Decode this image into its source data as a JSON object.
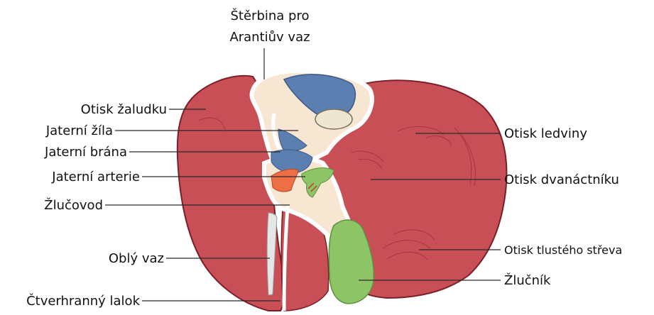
{
  "labels": {
    "sterbina_line1": "Štěrbina pro",
    "sterbina_line2": "Arantiův vaz",
    "otisk_zaludku": "Otisk žaludku",
    "jaterni_zila": "Jaterní žíla",
    "jaterni_brana": "Jaterní brána",
    "jaterni_arterie": "Jaterní arterie",
    "zlucovod": "Žlučovod",
    "obly_vaz": "Oblý vaz",
    "ctverhranny_lalok": "Čtverhranný lalok",
    "otisk_ledviny": "Otisk ledviny",
    "otisk_dvanactniku": "Otisk dvanáctníku",
    "otisk_tlusteho_streva": "Otisk tlustého střeva",
    "zlucnik": "Žlučník"
  },
  "colors": {
    "liver": "#c94f57",
    "liver_dark": "#7a1f27",
    "vein": "#5b7fb0",
    "portal_tissue": "#f6e6d2",
    "artery": "#ee6e45",
    "gallbladder": "#8cc466",
    "ligament": "#e6e6e6"
  }
}
